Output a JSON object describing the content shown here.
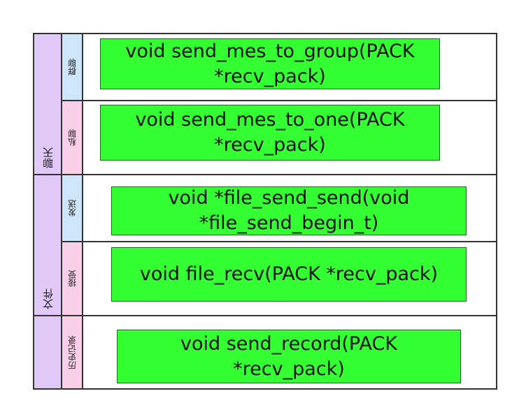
{
  "groups": [
    {
      "label": "聊天",
      "rows": [
        {
          "label": "群聊",
          "function": "void send_mes_to_group(PACK *recv_pack)"
        },
        {
          "label": "私聊",
          "function": "void send_mes_to_one(PACK *recv_pack)"
        }
      ]
    },
    {
      "label": "文件",
      "rows": [
        {
          "label": "发送",
          "function": "void *file_send_send(void *file_send_begin_t)"
        },
        {
          "label": "接受",
          "function": "void file_recv(PACK *recv_pack)"
        }
      ]
    }
  ],
  "history": {
    "label": "历史记录",
    "function": "void send_record(PACK *recv_pack)"
  },
  "colors": {
    "group_bg": "#e0c8f8",
    "sub_blue": "#cde6fa",
    "sub_pink": "#fad0e8",
    "function_box": "#33ff33",
    "border": "#333333"
  }
}
